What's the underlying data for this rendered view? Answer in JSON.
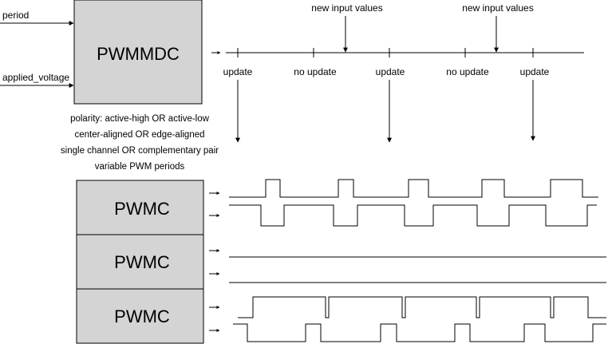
{
  "pwmmdc": {
    "title": "PWMMDC",
    "inputs": [
      "period",
      "applied_voltage"
    ]
  },
  "timeline": {
    "events": [
      {
        "label": "new input values"
      },
      {
        "label": "new input values"
      }
    ],
    "ticks": [
      {
        "label": "update"
      },
      {
        "label": "no update"
      },
      {
        "label": "update"
      },
      {
        "label": "no update"
      },
      {
        "label": "update"
      }
    ]
  },
  "notes": [
    "polarity: active-high OR active-low",
    "center-aligned OR edge-aligned",
    "single channel OR complementary pair",
    "variable PWM periods"
  ],
  "pwmc_blocks": [
    {
      "title": "PWMC"
    },
    {
      "title": "PWMC"
    },
    {
      "title": "PWMC"
    }
  ],
  "colors": {
    "block_fill": "#d4d4d4",
    "line": "#000000",
    "background": "#ffffff"
  }
}
